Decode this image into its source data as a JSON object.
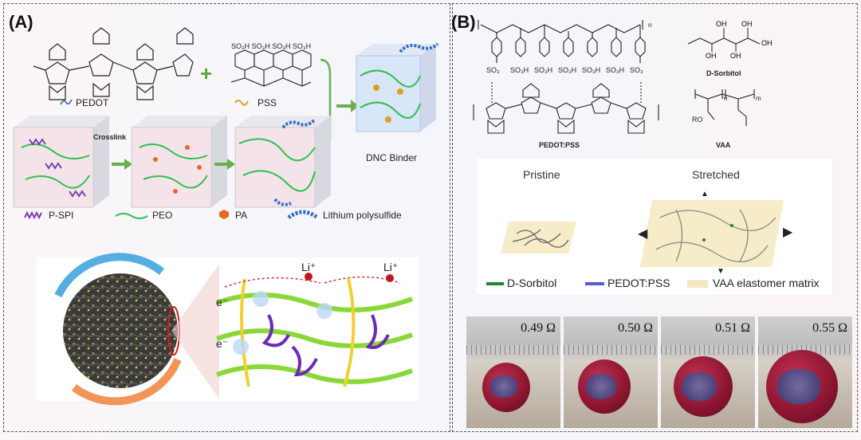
{
  "panel_a": {
    "label": "(A)",
    "top": {
      "pedot": "PEDOT",
      "pss": "PSS",
      "sulfonic_groups": "SO₃H SO₃H SO₃H SO₃H",
      "crosslink": "Crosslink",
      "dnc_binder": "DNC Binder"
    },
    "legend": [
      {
        "label": "P-SPI",
        "color": "#7a3fb0"
      },
      {
        "label": "PEO",
        "color": "#2fbf4f"
      },
      {
        "label": "PA",
        "color": "#e86a20"
      },
      {
        "label": "Lithium polysulfide",
        "color": "#2f6fc0"
      }
    ],
    "bottom": {
      "li_left": "Li⁺",
      "li_right": "Li⁺",
      "electron_1": "e⁻",
      "electron_2": "e⁻"
    }
  },
  "panel_b": {
    "label": "(B)",
    "chem": {
      "pedot_pss": "PEDOT:PSS",
      "sorbitol": "D-Sorbitol",
      "vaa": "VAA",
      "so3": "SO₃",
      "so3h": "SO₃H",
      "n": "n",
      "m": "m",
      "ro": "RO"
    },
    "states": {
      "pristine": "Pristine",
      "stretched": "Stretched"
    },
    "legend": [
      {
        "label": "D-Sorbitol",
        "color": "#1f8a2a"
      },
      {
        "label": "PEDOT:PSS",
        "color": "#5a5ad0"
      },
      {
        "label": "VAA elastomer matrix",
        "color": "#f3e8c4"
      }
    ],
    "resistances": [
      "0.49 Ω",
      "0.50 Ω",
      "0.51 Ω",
      "0.55 Ω"
    ]
  }
}
